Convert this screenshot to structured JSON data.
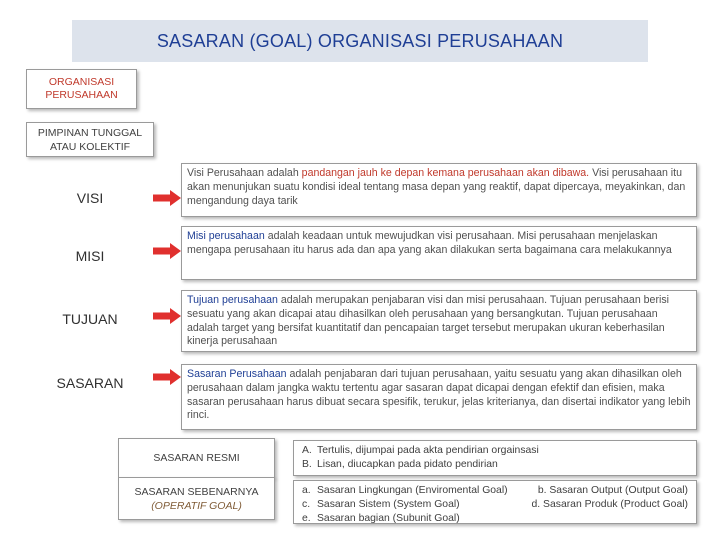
{
  "title": "SASARAN (GOAL) ORGANISASI PERUSAHAAN",
  "org": {
    "line1": "ORGANISASI",
    "line2": "PERUSAHAAN"
  },
  "leadership": {
    "line1": "PIMPINAN TUNGGAL",
    "line2": "ATAU KOLEKTIF"
  },
  "levels": [
    {
      "label": "VISI",
      "keyword": "Visi Perusahaan adalah",
      "highlight": "pandangan jauh ke depan kemana perusahaan akan dibawa.",
      "rest": "Visi perusahaan itu akan menunjukan suatu kondisi ideal tentang masa depan yang reaktif, dapat dipercaya, meyakinkan, dan mengandung daya tarik"
    },
    {
      "label": "MISI",
      "keyword": "Misi perusahaan",
      "highlight": "adalah",
      "rest": "keadaan untuk mewujudkan visi perusahaan. Misi perusahaan menjelaskan mengapa perusahaan itu harus ada dan apa yang akan dilakukan serta bagaimana cara melakukannya"
    },
    {
      "label": "TUJUAN",
      "keyword": "Tujuan perusahaan",
      "highlight": "adalah",
      "rest": "merupakan penjabaran visi dan misi perusahaan. Tujuan perusahaan berisi sesuatu yang akan dicapai atau dihasilkan oleh perusahaan yang bersangkutan. Tujuan perusahaan adalah target yang bersifat kuantitatif dan pencapaian target tersebut merupakan ukuran keberhasilan kinerja perusahaan"
    },
    {
      "label": "SASARAN",
      "keyword": "Sasaran",
      "highlight": "Perusahaan",
      "rest": "adalah penjabaran dari tujuan perusahaan, yaitu sesuatu yang akan dihasilkan oleh perusahaan dalam jangka waktu tertentu agar sasaran dapat dicapai dengan efektif dan efisien, maka sasaran  perusahaan harus dibuat secara spesifik, terukur, jelas kriterianya, dan disertai indikator yang lebih rinci."
    }
  ],
  "sasaran_resmi": {
    "label": "SASARAN RESMI",
    "items": [
      {
        "marker": "A.",
        "text": "Tertulis, dijumpai pada akta pendirian orgainsasi"
      },
      {
        "marker": "B.",
        "text": "Lisan, diucapkan pada pidato pendirian"
      }
    ]
  },
  "sasaran_sebenarnya": {
    "label": "SASARAN SEBENARNYA",
    "sublabel": "(OPERATIF GOAL)",
    "items": [
      {
        "marker": "a.",
        "text": "Sasaran Lingkungan (Enviromental Goal)",
        "right": "b. Sasaran Output (Output Goal)"
      },
      {
        "marker": "c.",
        "text": "Sasaran Sistem (System Goal)",
        "right": "d. Sasaran Produk (Product Goal)"
      },
      {
        "marker": "e.",
        "text": "Sasaran bagian (Subunit Goal)",
        "right": ""
      }
    ]
  },
  "colors": {
    "title": "#1f3f95",
    "accent_red": "#c0392b",
    "arrow": "#e0302e",
    "title_bg": "#dde3ec"
  }
}
